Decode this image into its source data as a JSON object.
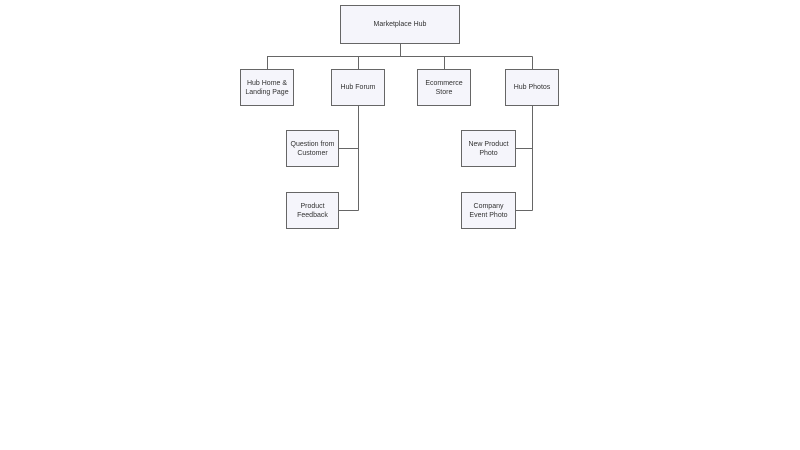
{
  "diagram": {
    "type": "hierarchy-sitemap",
    "box_fill": "#f5f5fb",
    "box_border": "#666666",
    "line_color": "#666666",
    "text_color": "#333333",
    "nodes": [
      {
        "id": "root",
        "label": "Marketplace Hub",
        "parent": null
      },
      {
        "id": "home",
        "label": "Hub Home & Landing Page",
        "parent": "root"
      },
      {
        "id": "forum",
        "label": "Hub Forum",
        "parent": "root"
      },
      {
        "id": "store",
        "label": "Ecommerce Store",
        "parent": "root"
      },
      {
        "id": "photos",
        "label": "Hub Photos",
        "parent": "root"
      },
      {
        "id": "question",
        "label": "Question from Customer",
        "parent": "forum"
      },
      {
        "id": "feedback",
        "label": "Product Feedback",
        "parent": "forum"
      },
      {
        "id": "newphoto",
        "label": "New Product Photo",
        "parent": "photos"
      },
      {
        "id": "eventphoto",
        "label": "Company Event Photo",
        "parent": "photos"
      }
    ]
  }
}
